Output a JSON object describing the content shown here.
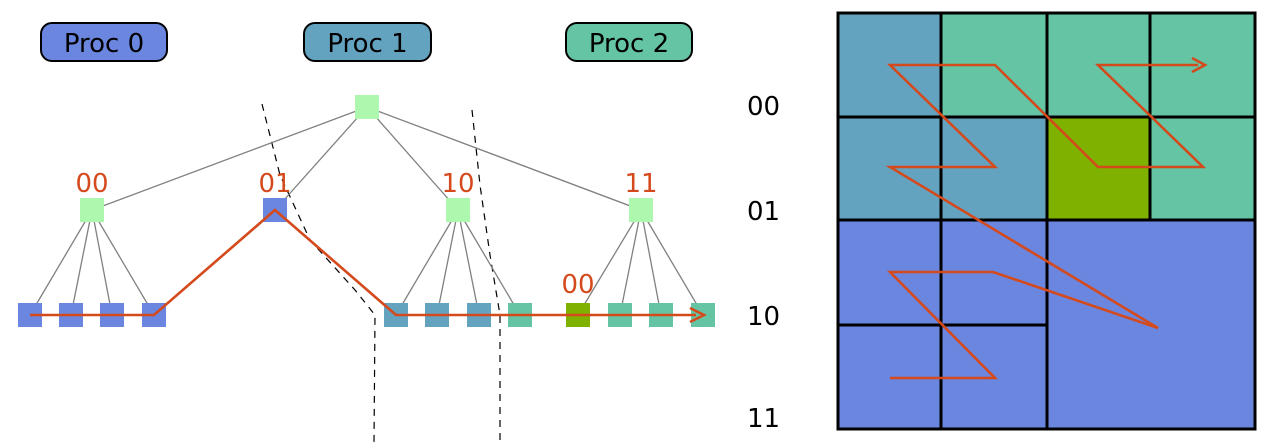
{
  "processors": [
    {
      "label": "Proc 0",
      "color": "#6b86df"
    },
    {
      "label": "Proc 1",
      "color": "#64a3c0"
    },
    {
      "label": "Proc 2",
      "color": "#64c4a3"
    }
  ],
  "tree": {
    "level1_labels": [
      "00",
      "01",
      "10",
      "11"
    ],
    "leaf_highlight_label": "00",
    "node_color": "#adf7ae",
    "highlight_color": "#7fb200",
    "path_color": "#d44a1c",
    "edge_color": "#808080"
  },
  "row_labels": [
    "00",
    "01",
    "10",
    "11"
  ]
}
